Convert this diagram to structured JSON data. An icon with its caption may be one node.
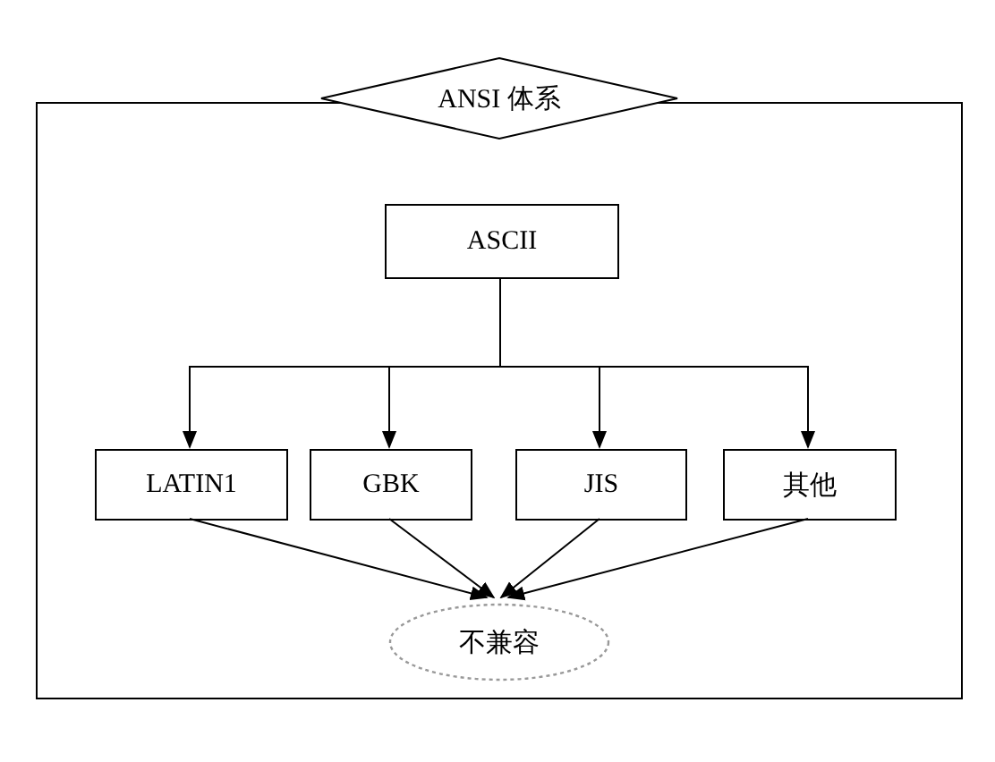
{
  "diagram": {
    "nodes": [
      {
        "text": [],
        "shape": "box"
      },
      {
        "text": [
          "ANSI 体系"
        ]
      },
      {
        "text": [
          "ASCII"
        ],
        "in": 0
      },
      {
        "text": [
          "LATIN1"
        ],
        "in": 0
      },
      {
        "text": [
          "GBK"
        ],
        "in": 0
      },
      {
        "text": [
          "JIS"
        ],
        "in": 0
      },
      {
        "text": [
          "其他"
        ],
        "in": 0
      },
      {
        "text": [
          "不兼容"
        ],
        "in": 0
      }
    ],
    "edges": [
      {
        "from": 2,
        "to": 3,
        "arrow": "to"
      },
      {
        "from": 2,
        "to": 4,
        "arrow": "to"
      },
      {
        "from": 2,
        "to": 5,
        "arrow": "to"
      },
      {
        "from": 2,
        "to": 6,
        "arrow": "to"
      },
      {
        "from": 3,
        "to": 7,
        "arrow": "to"
      },
      {
        "from": 4,
        "to": 7,
        "arrow": "to"
      },
      {
        "from": 5,
        "to": 7,
        "arrow": "to"
      },
      {
        "from": 6,
        "to": 7,
        "arrow": "to"
      }
    ]
  }
}
